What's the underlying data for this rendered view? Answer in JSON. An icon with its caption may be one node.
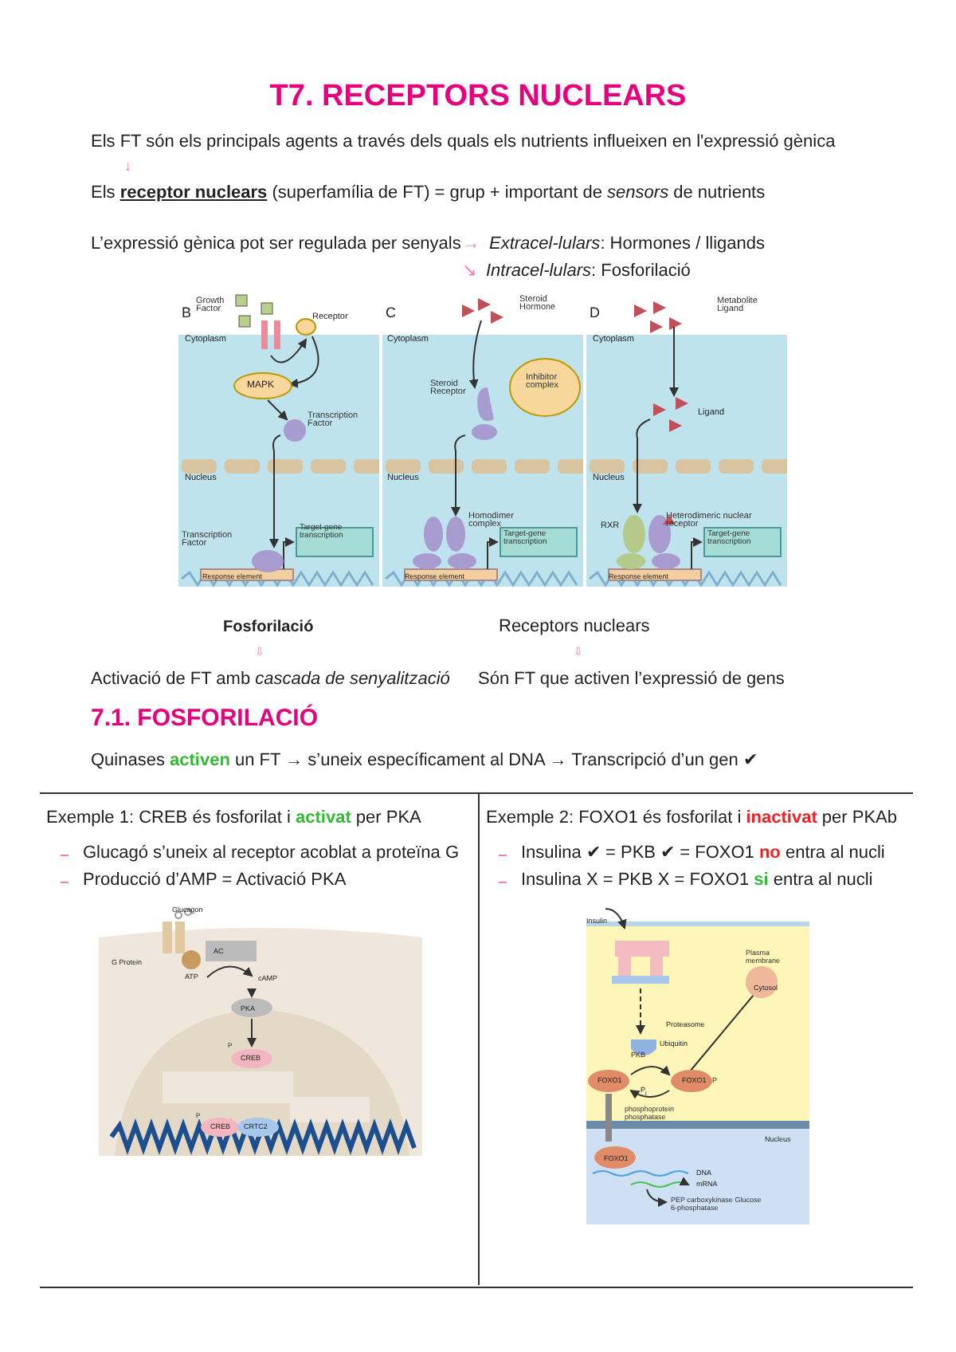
{
  "diagram": {
    "title": "T7. RECEPTORS NUCLEARS",
    "labels": [
      "Els FT són els principals agents a través dels quals els nutrients influeixen en l'expressió gènica",
      "↓",
      "Els **receptor nuclears** (superfamília de FT) = grup + important de *sensors* de nutrients",
      "L’expressió gènica pot ser regulada per senyals",
      "→",
      "*Extracel-lulars*: Hormones / lligands",
      "↘",
      "*Intracel-lulars*: Fosforilació",
      "B",
      "Growth Factor",
      "Receptor",
      "Cytoplasm",
      "MAPK",
      "Transcription Factor",
      "Nucleus",
      "Transcription Factor",
      "Target-gene transcription",
      "Response element",
      "C",
      "Steroid Hormone",
      "Cytoplasm",
      "Steroid Receptor",
      "Inhibitor complex",
      "Nucleus",
      "Homodimer complex",
      "Target-gene transcription",
      "Response element",
      "D",
      "Metabolite Ligand",
      "Cytoplasm",
      "Ligand",
      "Nucleus",
      "RXR",
      "Heterodimeric nuclear receptor",
      "Target-gene transcription",
      "Response element",
      "Fosforilació",
      "Receptors nuclears",
      "⇩",
      "⇩",
      "Activació de FT amb *cascada de senyalització*",
      "Són FT que activen l’expressió de gens",
      "7.1. FOSFORILACIÓ",
      "Quinases **activen** un FT → s’uneix específicament al DNA → Transcripció d’un gen ✔",
      "Exemple 1: CREB és fosforilat i **activat** per PKA",
      "Glucagó s’uneix al receptor acoblat a proteïna G",
      "Producció d’AMP = Activació PKA",
      "Glucagon",
      "G Protein",
      "AC",
      "ATP",
      "cAMP",
      "PKA",
      "P",
      "CREB",
      "P",
      "CREB",
      "CRTC2",
      "Exemple 2: FOXO1 és fosforilat i **inactivat** per PKAb",
      "Insulina ✔ = PKB ✔ = FOXO1 **no** entra al nucli",
      "Insulina X = PKB X = FOXO1 **si** entra al nucli",
      "Insulin",
      "Plasma membrane",
      "Cytosol",
      "Proteasome",
      "PKB",
      "Ubiquitin",
      "FOXO1",
      "P$_{i}$",
      "FOXO1",
      "P",
      "phosphoprotein phosphatase",
      "Nucleus",
      "FOXO1",
      "DNA",
      "mRNA",
      "PEP carboxykinase Glucose 6-phosphatase"
    ]
  }
}
